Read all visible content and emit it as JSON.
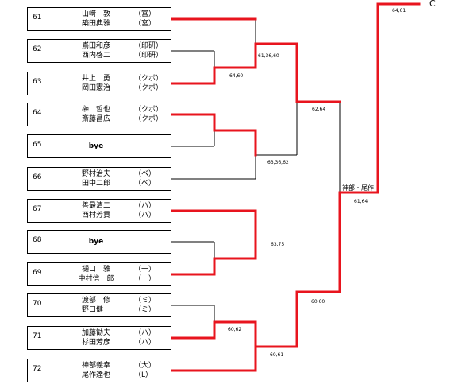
{
  "matches": [
    {
      "num": "61",
      "p1": "山﨑　敦",
      "t1": "（宮）",
      "p2": "築田典雅",
      "t2": "（宮）"
    },
    {
      "num": "62",
      "p1": "嶌田和彦",
      "t1": "（印研）",
      "p2": "西内啓二",
      "t2": "（印研）"
    },
    {
      "num": "63",
      "p1": "井上　勇",
      "t1": "（クボ）",
      "p2": "岡田憲治",
      "t2": "（クボ）"
    },
    {
      "num": "64",
      "p1": "榊　哲也",
      "t1": "（クボ）",
      "p2": "斎藤昌広",
      "t2": "（クボ）"
    },
    {
      "num": "65",
      "bye": "bye"
    },
    {
      "num": "66",
      "p1": "野村治夫",
      "t1": "（ベ）",
      "p2": "田中二郎",
      "t2": "（ベ）"
    },
    {
      "num": "67",
      "p1": "善最清二",
      "t1": "（ハ）",
      "p2": "西村芳貢",
      "t2": "（ハ）"
    },
    {
      "num": "68",
      "bye": "bye"
    },
    {
      "num": "69",
      "p1": "樋口　雅",
      "t1": "（一）",
      "p2": "中村信一郎",
      "t2": "（一）"
    },
    {
      "num": "70",
      "p1": "渡部　修",
      "t1": "（ミ）",
      "p2": "野口健一",
      "t2": "（ミ）"
    },
    {
      "num": "71",
      "p1": "加藤勧夫",
      "t1": "（ハ）",
      "p2": "杉田芳彦",
      "t2": "（ハ）"
    },
    {
      "num": "72",
      "p1": "神部義幸",
      "t1": "（大）",
      "p2": "尾作達也",
      "t2": "（L）"
    }
  ],
  "scores": {
    "s_61_62": "61,36,60",
    "s_62_63": "64,60",
    "s_64_66": "63,36,62",
    "s_top_semi": "62,64",
    "s_67_69": "63,75",
    "s_70_71": "60,62",
    "s_71_72": "60,61",
    "s_bottom_semi": "60,60",
    "s_final": "61,64",
    "s_champion": "64,61"
  },
  "finalist": "神部・尾作",
  "final_mark": "C",
  "colors": {
    "win_line": "#e8141e",
    "line": "#000000"
  }
}
